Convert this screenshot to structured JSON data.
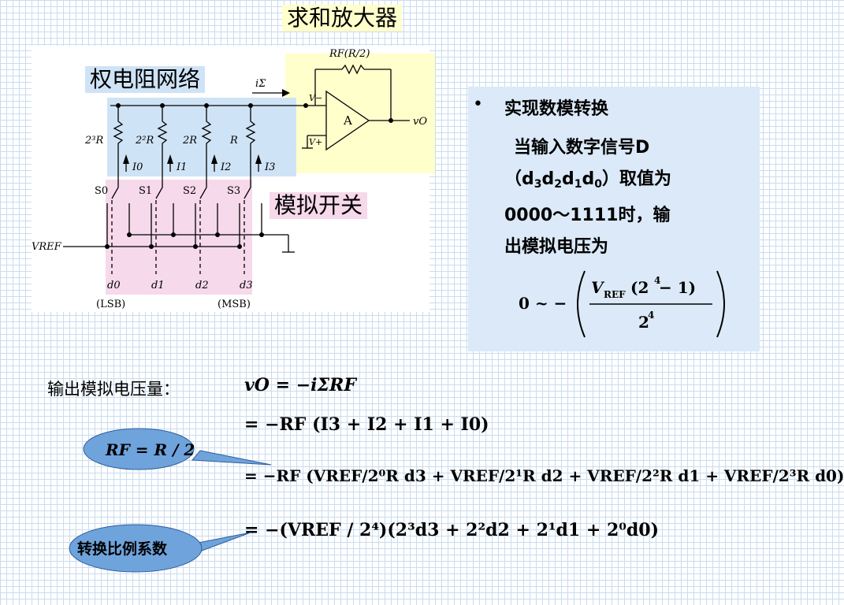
{
  "title": "求和放大器",
  "labels": {
    "weighted_network": "权电阻网络",
    "analog_switch": "模拟开关"
  },
  "circuit": {
    "feedback_resistor": "RF(R/2)",
    "current_label": "iΣ",
    "opamp": "A",
    "v_minus": "V−",
    "v_plus": "V+",
    "output": "vO",
    "resistors": [
      "2³R",
      "2²R",
      "2R",
      "R"
    ],
    "currents": [
      "I0",
      "I1",
      "I2",
      "I3"
    ],
    "switches": [
      "S0",
      "S1",
      "S2",
      "S3"
    ],
    "inputs": [
      "d0",
      "d1",
      "d2",
      "d3"
    ],
    "vref": "VREF",
    "lsb": "(LSB)",
    "msb": "(MSB)"
  },
  "bullet": {
    "heading": "实现数模转换",
    "line1": "当输入数字信号D",
    "line2_open": "（d",
    "line2_s3": "3",
    "line2_d2": "d",
    "line2_s2": "2",
    "line2_d1": "d",
    "line2_s1": "1",
    "line2_d0": "d",
    "line2_s0": "0",
    "line2_close": "）取值为",
    "line3": "0000～1111时，输",
    "line4": "出模拟电压为",
    "range_zero": "0 ~ −",
    "range_vref": "V",
    "range_vref_sub": "REF",
    "range_num_rest": "(2",
    "range_num_exp": "4",
    "range_num_end": " − 1)",
    "range_den": "2",
    "range_den_exp": "4"
  },
  "equations": {
    "label": "输出模拟电压量：",
    "line1": "vO = −iΣRF",
    "line2": "= −RF (I3 + I2 + I1 + I0)",
    "line3": "= −RF (VREF/2⁰R d3 + VREF/2¹R d2 + VREF/2²R d1 + VREF/2³R d0)",
    "line4": "= −(VREF / 2⁴)(2³d3 + 2²d2 + 2¹d1 + 2⁰d0)"
  },
  "callouts": {
    "rf": "RF = R / 2",
    "ratio": "转换比例系数"
  },
  "colors": {
    "panel": "#dbe9f8",
    "yellow": "#ffffcc",
    "blue": "#cfe3f6",
    "pink": "#f6d9ea",
    "callout": "#6fa3dc"
  }
}
